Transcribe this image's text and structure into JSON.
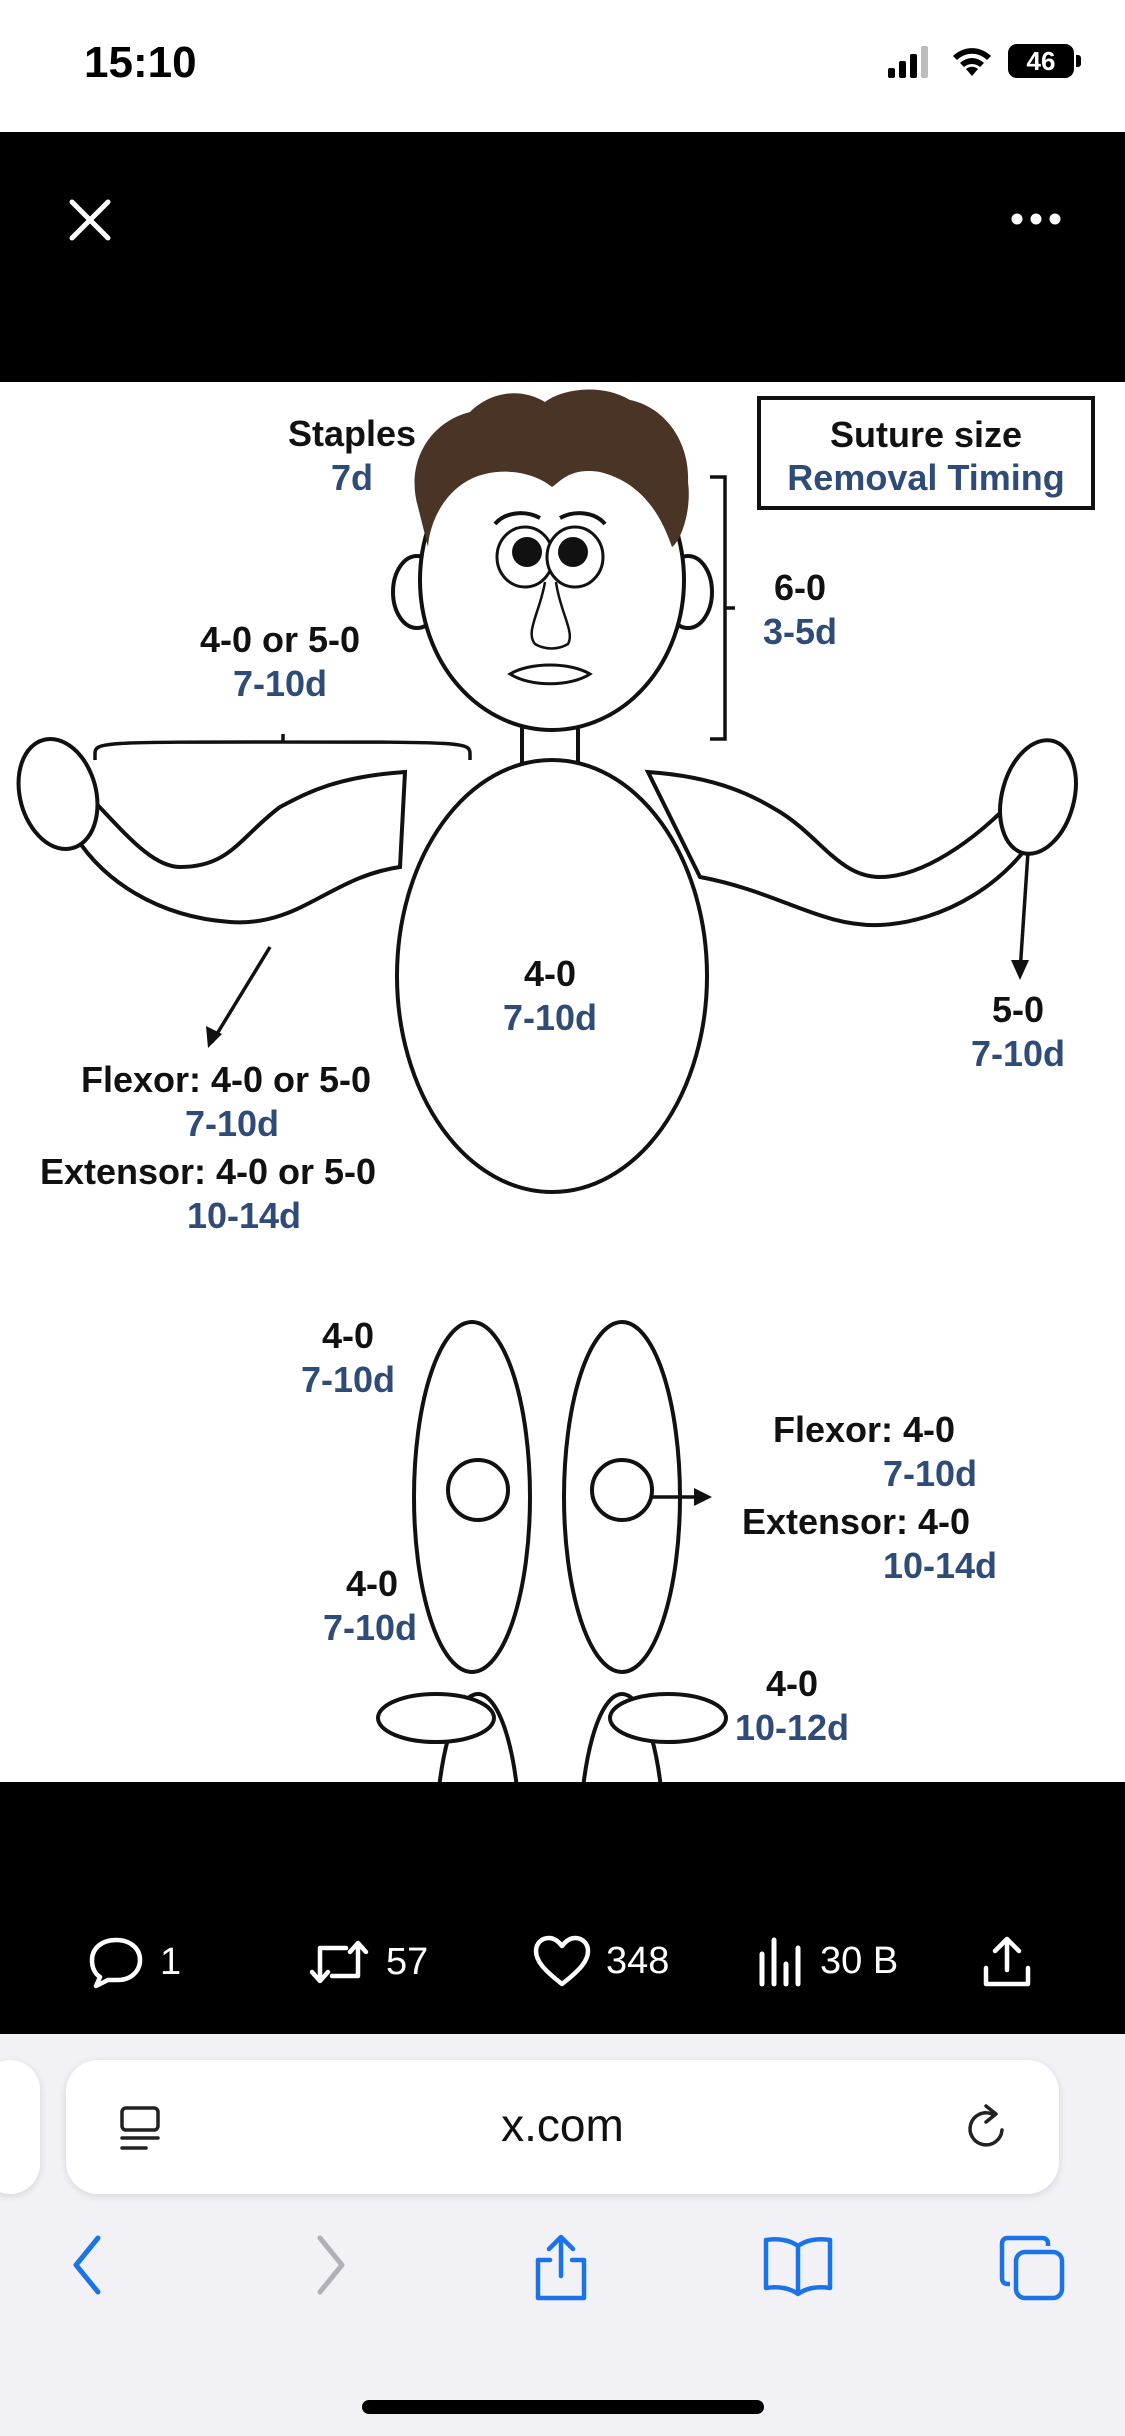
{
  "status_bar": {
    "time": "15:10",
    "battery": "46",
    "icons": [
      "signal-icon",
      "wifi-icon",
      "battery-icon"
    ]
  },
  "top_bar": {
    "icons": [
      "close-icon",
      "more-icon"
    ]
  },
  "diagram": {
    "legend": {
      "line1": "Suture size",
      "line2": "Removal Timing"
    },
    "scalp": {
      "size": "Staples",
      "timing": "7d"
    },
    "face": {
      "size": "6-0",
      "timing": "3-5d"
    },
    "arm_left": {
      "size": "4-0 or 5-0",
      "timing": "7-10d"
    },
    "trunk": {
      "size": "4-0",
      "timing": "7-10d"
    },
    "hand_right": {
      "size": "5-0",
      "timing": "7-10d"
    },
    "hand_left": {
      "flexor_size": "Flexor: 4-0 or 5-0",
      "flexor_timing": "7-10d",
      "extensor_size": "Extensor: 4-0 or 5-0",
      "extensor_timing": "10-14d"
    },
    "thigh": {
      "size": "4-0",
      "timing": "7-10d"
    },
    "knee": {
      "flexor_size": "Flexor: 4-0",
      "flexor_timing": "7-10d",
      "extensor_size": "Extensor: 4-0",
      "extensor_timing": "10-14d"
    },
    "lower_leg": {
      "size": "4-0",
      "timing": "7-10d"
    },
    "foot": {
      "size": "4-0",
      "timing": "10-12d"
    }
  },
  "actions": {
    "replies": "1",
    "reposts": "57",
    "likes": "348",
    "views": "30 B"
  },
  "browser": {
    "url": "x.com",
    "icons": [
      "page-menu-icon",
      "reload-icon",
      "back-icon",
      "forward-icon",
      "share-icon",
      "bookmarks-icon",
      "tabs-icon"
    ]
  },
  "colors": {
    "timing_blue": "#2f4b78",
    "hair_brown": "#4a3426",
    "browser_blue": "#1a73e8"
  }
}
